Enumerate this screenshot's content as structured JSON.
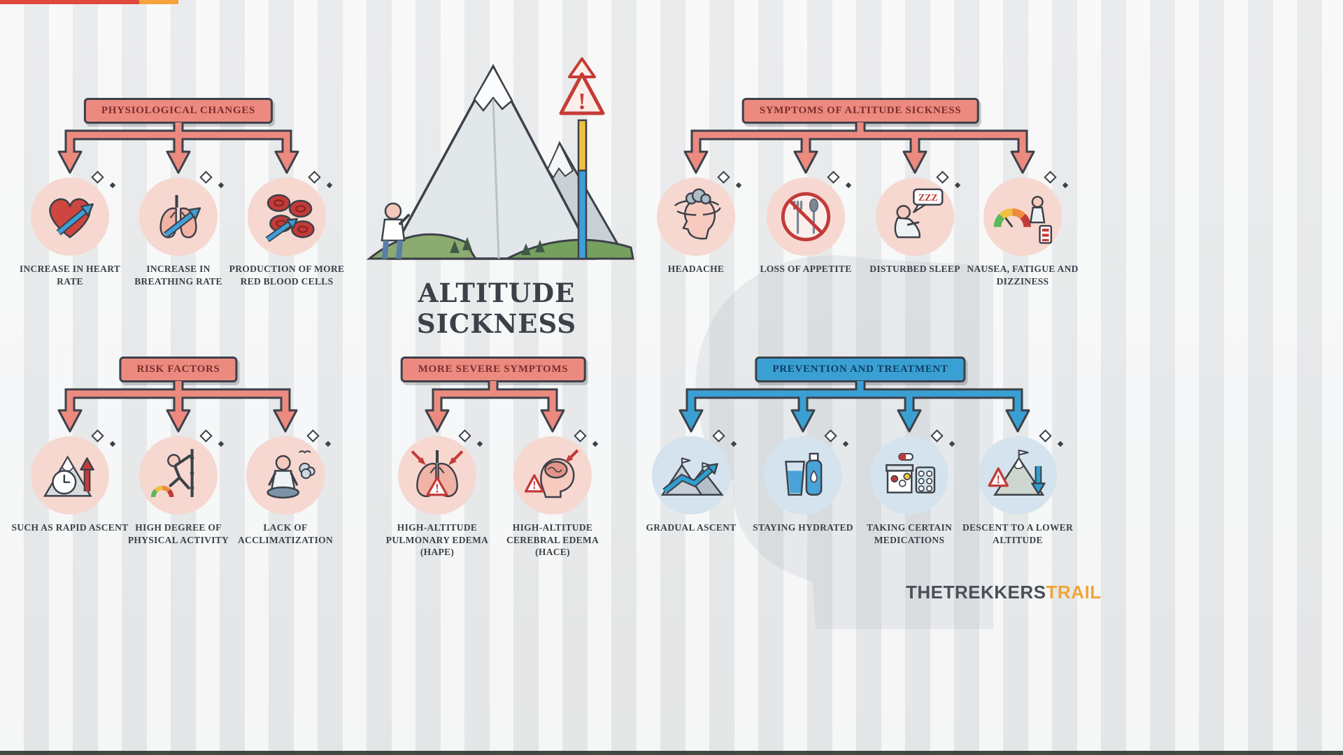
{
  "diagram_title": "ALTITUDE SICKNESS",
  "sections": {
    "physiological": {
      "title": "PHYSIOLOGICAL CHANGES",
      "items": [
        {
          "label": "INCREASE IN HEART RATE"
        },
        {
          "label": "INCREASE IN BREATHING RATE"
        },
        {
          "label": "PRODUCTION OF MORE RED BLOOD CELLS"
        }
      ]
    },
    "symptoms": {
      "title": "SYMPTOMS OF ALTITUDE SICKNESS",
      "items": [
        {
          "label": "HEADACHE"
        },
        {
          "label": "LOSS OF APPETITE"
        },
        {
          "label": "DISTURBED SLEEP"
        },
        {
          "label": "NAUSEA, FATIGUE AND DIZZINESS"
        }
      ]
    },
    "risk_factors": {
      "title": "RISK FACTORS",
      "items": [
        {
          "label": "SUCH AS RAPID ASCENT"
        },
        {
          "label": "HIGH DEGREE OF PHYSICAL ACTIVITY"
        },
        {
          "label": "LACK OF ACCLIMATIZATION"
        }
      ]
    },
    "severe_symptoms": {
      "title": "MORE SEVERE SYMPTOMS",
      "items": [
        {
          "label": "HIGH-ALTITUDE PULMONARY EDEMA (HAPE)"
        },
        {
          "label": "HIGH-ALTITUDE CEREBRAL EDEMA (HACE)"
        }
      ]
    },
    "prevention": {
      "title": "PREVENTION AND TREATMENT",
      "items": [
        {
          "label": "GRADUAL ASCENT"
        },
        {
          "label": "STAYING HYDRATED"
        },
        {
          "label": "TAKING CERTAIN MEDICATIONS"
        },
        {
          "label": "DESCENT TO A LOWER ALTITUDE"
        }
      ]
    }
  },
  "annotations": {
    "sleep_bubble": "ZZZ",
    "warning_mark": "!"
  },
  "watermark": {
    "primary": "THETREKKERS",
    "accent": "TRAIL"
  },
  "colors": {
    "banner_red": "#ec8a80",
    "banner_blue": "#3aa0d4",
    "outline_ink": "#3d4149",
    "icon_bg_pink": "#f6d8d0",
    "icon_bg_blue": "#d4e3ed",
    "accent_red": "#c23b38",
    "accent_blue": "#3f9fd8",
    "watermark_accent": "#f2a43a"
  }
}
